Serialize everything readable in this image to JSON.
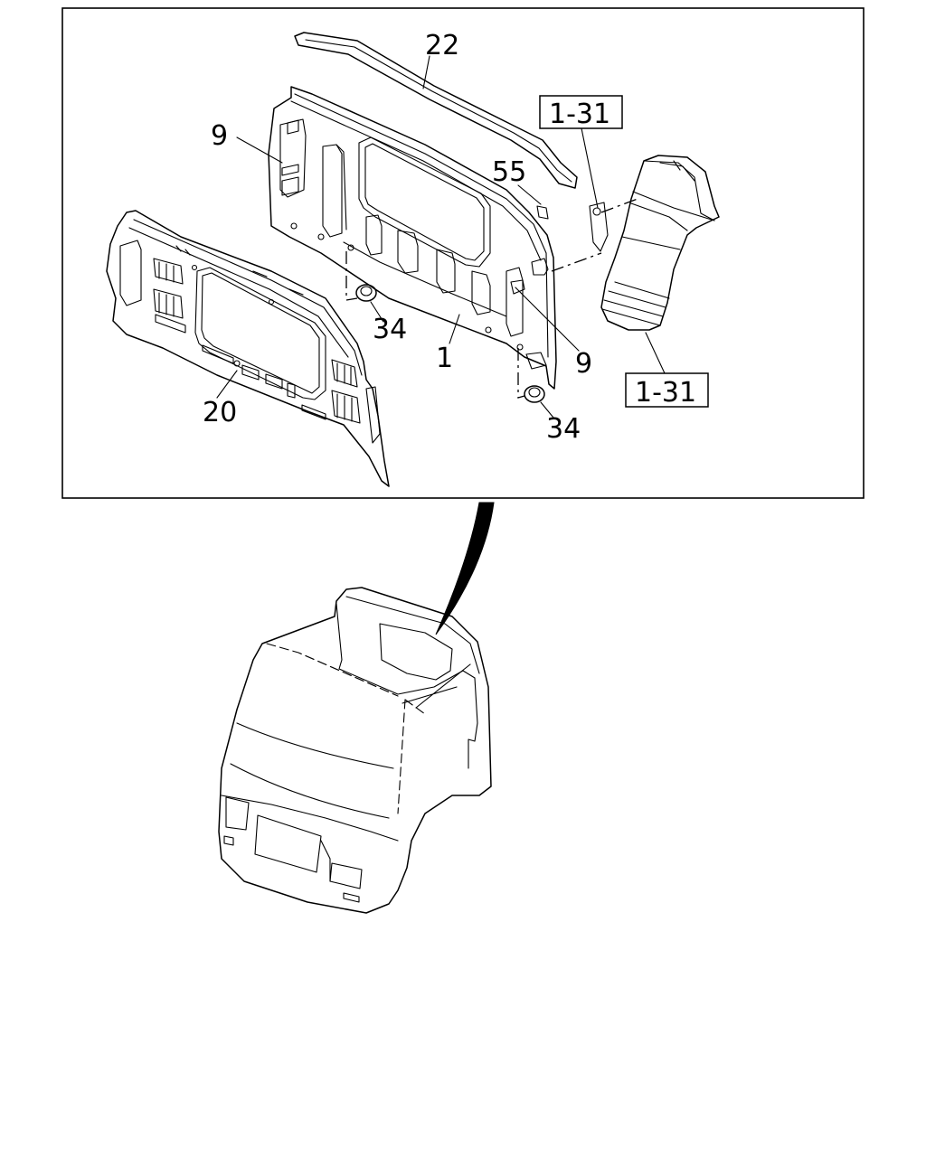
{
  "callouts": {
    "c22": "22",
    "c9a": "9",
    "c55": "55",
    "c34a": "34",
    "c1": "1",
    "c9b": "9",
    "c20": "20",
    "c34b": "34"
  },
  "references": {
    "ref_top": "1-31",
    "ref_bottom": "1-31"
  }
}
